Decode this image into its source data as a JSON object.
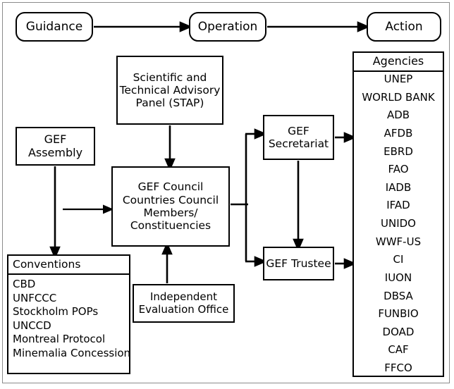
{
  "diagram": {
    "title": "GEF governance structure",
    "colors": {
      "stroke": "#000000",
      "frame": "#8c8c8c",
      "background": "#ffffff"
    },
    "flow_labels": {
      "guidance": "Guidance",
      "operation": "Operation",
      "action": "Action"
    },
    "boxes": {
      "stap": "Scientific and\nTechnical Advisory\nPanel (STAP)",
      "stap_lines": [
        "Scientific and",
        "Technical Advisory",
        "Panel (STAP)"
      ],
      "assembly_lines": [
        "GEF",
        "Assembly"
      ],
      "council_lines": [
        "GEF Council",
        "Countries Council",
        "Members/",
        "Constituencies"
      ],
      "ieo_lines": [
        "Independent",
        "Evaluation Office"
      ],
      "secretariat_lines": [
        "GEF",
        "Secretariat"
      ],
      "trustee_lines": [
        "GEF Trustee"
      ]
    },
    "conventions": {
      "title": "Conventions",
      "items": [
        "CBD",
        "UNFCCC",
        "Stockholm POPs",
        "UNCCD",
        "Montreal Protocol",
        "Minemalia Concession"
      ]
    },
    "agencies": {
      "title": "Agencies",
      "items": [
        "UNEP",
        "WORLD BANK",
        "ADB",
        "AFDB",
        "EBRD",
        "FAO",
        "IADB",
        "IFAD",
        "UNIDO",
        "WWF-US",
        "CI",
        "IUON",
        "DBSA",
        "FUNBIO",
        "DOAD",
        "CAF",
        "FFCO"
      ]
    },
    "connectors": [
      {
        "name": "guidance-to-operation",
        "from": "Guidance",
        "to": "Operation"
      },
      {
        "name": "operation-to-action",
        "from": "Operation",
        "to": "Action"
      },
      {
        "name": "stap-to-council",
        "from": "Scientific and Technical Advisory Panel (STAP)",
        "to": "GEF Council"
      },
      {
        "name": "assembly-to-conventions",
        "from": "GEF Assembly",
        "to": "Conventions"
      },
      {
        "name": "assembly-to-council",
        "from": "GEF Assembly",
        "to": "GEF Council"
      },
      {
        "name": "ieo-to-council",
        "from": "Independent Evaluation Office",
        "to": "GEF Council"
      },
      {
        "name": "council-to-secretariat",
        "from": "GEF Council",
        "to": "GEF Secretariat"
      },
      {
        "name": "council-to-trustee",
        "from": "GEF Council",
        "to": "GEF Trustee"
      },
      {
        "name": "secretariat-to-trustee",
        "from": "GEF Secretariat",
        "to": "GEF Trustee"
      },
      {
        "name": "secretariat-to-agencies",
        "from": "GEF Secretariat",
        "to": "Agencies"
      },
      {
        "name": "trustee-to-agencies",
        "from": "GEF Trustee",
        "to": "Agencies"
      }
    ]
  }
}
